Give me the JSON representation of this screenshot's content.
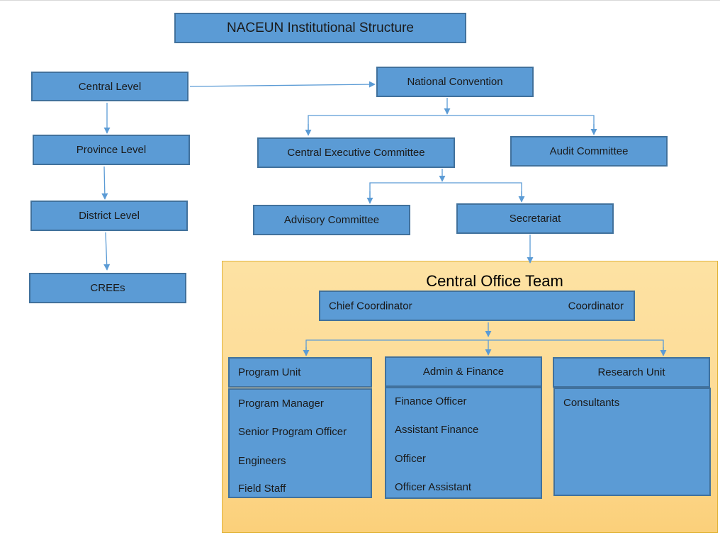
{
  "diagram": {
    "title": "NACEUN Institutional Structure",
    "left_chain": [
      "Central Level",
      "Province Level",
      "District Level",
      "CREEs"
    ],
    "national_convention": "National Convention",
    "central_executive_committee": "Central Executive Committee",
    "audit_committee": "Audit Committee",
    "advisory_committee": "Advisory Committee",
    "secretariat": "Secretariat",
    "central_office_team": {
      "title": "Central Office Team",
      "chief_coordinator": "Chief Coordinator",
      "coordinator": "Coordinator",
      "units": [
        {
          "name": "Program Unit",
          "members": [
            "Program Manager",
            "Senior Program Officer",
            "Engineers",
            "Field Staff"
          ]
        },
        {
          "name": "Admin & Finance",
          "members": [
            "Finance Officer",
            "Assistant Finance",
            "Officer",
            "Officer Assistant"
          ]
        },
        {
          "name": "Research Unit",
          "members": [
            "Consultants"
          ]
        }
      ]
    }
  },
  "colors": {
    "box_fill": "#5b9bd5",
    "box_border": "#41719c",
    "connector": "#5b9bd5",
    "panel_fill": "#fdda94",
    "panel_border": "#e2b43a"
  }
}
